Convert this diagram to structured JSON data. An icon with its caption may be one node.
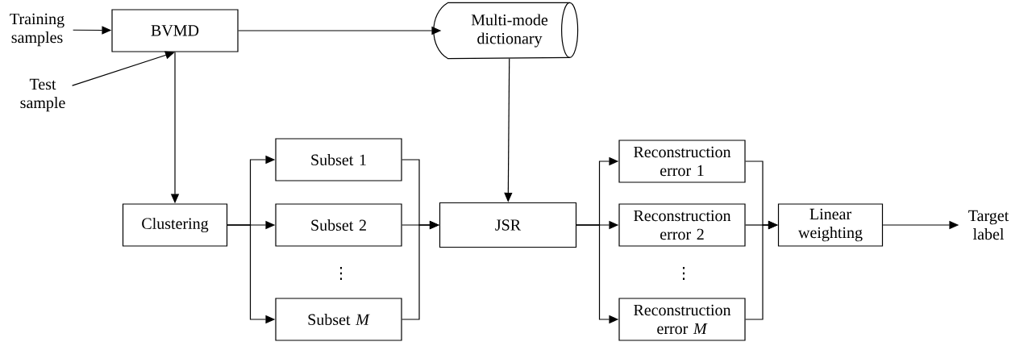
{
  "diagram": {
    "nodes": [
      {
        "text": [
          "Training samples"
        ]
      },
      {
        "text": [
          "Test sample"
        ]
      },
      {
        "text": [
          "BVMD"
        ]
      },
      {
        "text": [
          "Multi-mode dictionary"
        ]
      },
      {
        "text": [
          "Clustering"
        ]
      },
      {
        "text": [
          "Subset 1"
        ]
      },
      {
        "text": [
          "Subset 2"
        ]
      },
      {
        "text": [
          "Subset *M*"
        ]
      },
      {
        "text": [
          "JSR"
        ]
      },
      {
        "text": [
          "Reconstruction error 1"
        ]
      },
      {
        "text": [
          "Reconstruction error 2"
        ]
      },
      {
        "text": [
          "Reconstruction error *M*"
        ]
      },
      {
        "text": [
          "Linear weighting"
        ]
      },
      {
        "text": [
          "Target label"
        ]
      }
    ],
    "edges": [
      {
        "from": 0,
        "to": 2,
        "arrow": "to"
      },
      {
        "from": 1,
        "to": 2,
        "arrow": "to"
      },
      {
        "from": 2,
        "to": 3,
        "arrow": "to"
      },
      {
        "from": 2,
        "to": 4,
        "arrow": "to"
      },
      {
        "from": 3,
        "to": 8,
        "arrow": "to"
      },
      {
        "from": 4,
        "to": 5,
        "arrow": "to"
      },
      {
        "from": 4,
        "to": 6,
        "arrow": "to"
      },
      {
        "from": 4,
        "to": 7,
        "arrow": "to"
      },
      {
        "from": 5,
        "to": 8,
        "arrow": "to"
      },
      {
        "from": 6,
        "to": 8,
        "arrow": "to"
      },
      {
        "from": 7,
        "to": 8,
        "arrow": "to"
      },
      {
        "from": 8,
        "to": 9,
        "arrow": "to"
      },
      {
        "from": 8,
        "to": 10,
        "arrow": "to"
      },
      {
        "from": 8,
        "to": 11,
        "arrow": "to"
      },
      {
        "from": 9,
        "to": 12,
        "arrow": "to"
      },
      {
        "from": 10,
        "to": 12,
        "arrow": "to"
      },
      {
        "from": 11,
        "to": 12,
        "arrow": "to"
      },
      {
        "from": 12,
        "to": 13,
        "arrow": "to"
      }
    ],
    "labels": [
      "⋮",
      "⋮"
    ]
  }
}
